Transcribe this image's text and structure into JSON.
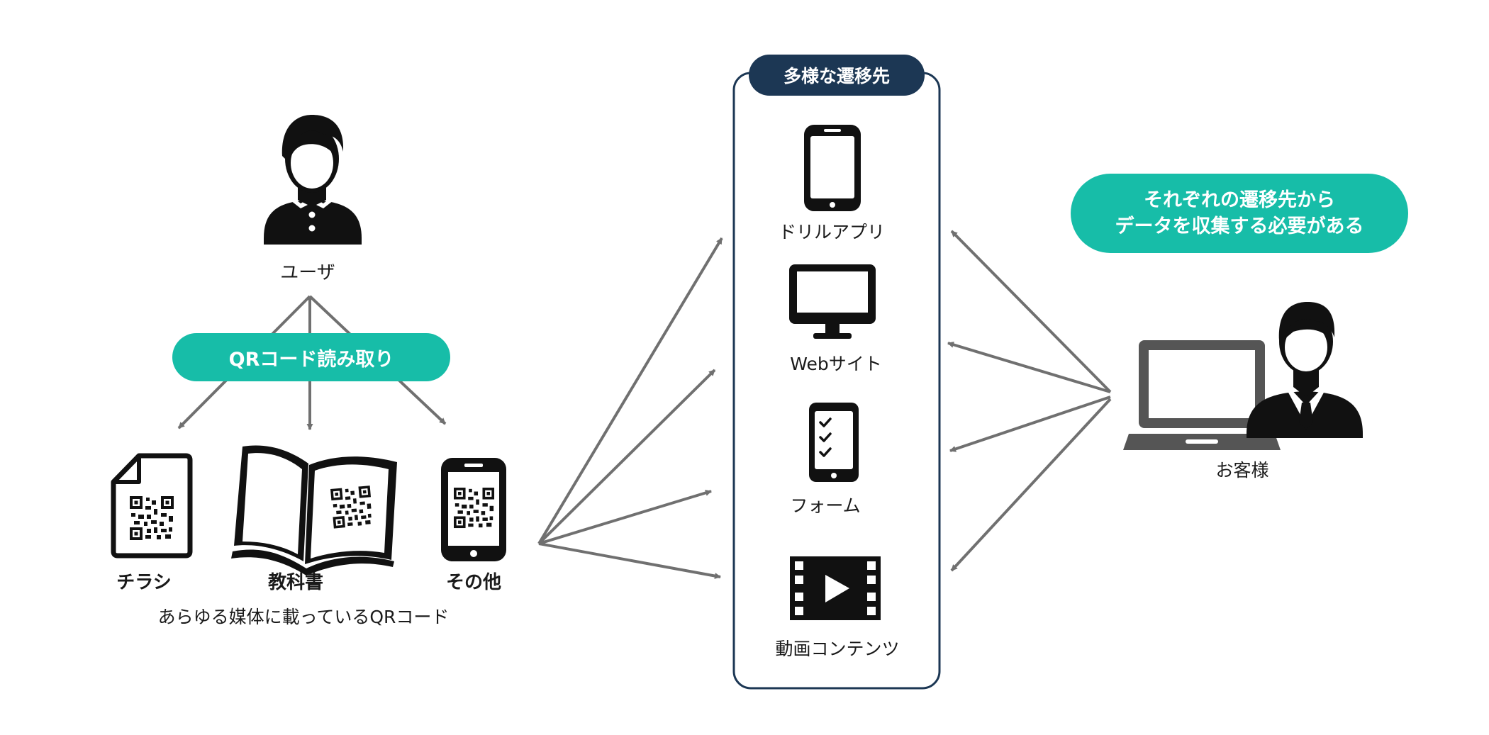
{
  "user": {
    "label": "ユーザ"
  },
  "qr_scan": {
    "label": "QRコード読み取り"
  },
  "media": {
    "items": [
      {
        "label": "チラシ"
      },
      {
        "label": "教科書"
      },
      {
        "label": "その他"
      }
    ],
    "caption": "あらゆる媒体に載っているQRコード"
  },
  "destinations": {
    "header": "多様な遷移先",
    "items": [
      {
        "label": "ドリルアプリ",
        "icon": "smartphone-icon"
      },
      {
        "label": "Webサイト",
        "icon": "monitor-icon"
      },
      {
        "label": "フォーム",
        "icon": "checklist-phone-icon"
      },
      {
        "label": "動画コンテンツ",
        "icon": "video-icon"
      }
    ]
  },
  "callout": {
    "line1": "それぞれの遷移先から",
    "line2": "データを収集する必要がある"
  },
  "customer": {
    "label": "お客様"
  },
  "colors": {
    "teal": "#17bda8",
    "navy": "#1c3754",
    "arrow": "#707070",
    "icon": "#111111",
    "laptop": "#555555"
  }
}
